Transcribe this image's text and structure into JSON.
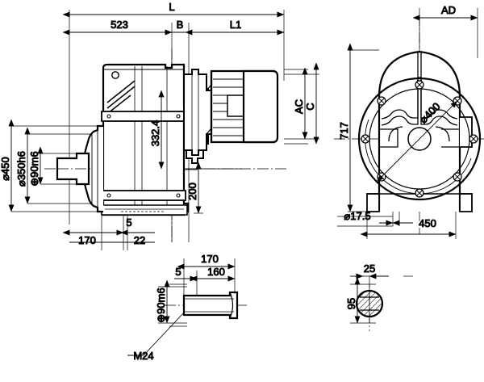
{
  "drawing": {
    "title": "Geared motor dimensional drawing",
    "type": "engineering-drawing",
    "views": [
      {
        "name": "side-elevation-view",
        "position": "top-left"
      },
      {
        "name": "end-elevation-view",
        "position": "top-right"
      },
      {
        "name": "output-shaft-detail-view",
        "position": "bottom-center"
      },
      {
        "name": "key-section-detail-view",
        "position": "bottom-right"
      }
    ],
    "line_color": "#000000",
    "background_color": "#ffffff"
  },
  "side_view": {
    "name": "side-elevation-view",
    "dimensions": {
      "overall_length": "L",
      "gear_unit_length": "523",
      "flange_width": "B",
      "motor_length": "L1",
      "center_height": "332.4",
      "foot_height": "200",
      "foot_thickness": "5",
      "flange_offset": "170",
      "flange_thickness": "22",
      "output_flange_dia": "⌀450",
      "spigot_dia": "⌀350h6",
      "shaft_dia": "⊕90m6",
      "motor_frame_height": "AC",
      "motor_center_height": "C"
    }
  },
  "end_view": {
    "name": "end-elevation-view",
    "dimensions": {
      "fan_cowl_depth": "AD",
      "overall_height": "717",
      "bolt_circle_dia": "⌀400",
      "mounting_hole_dia": "⌀17.5",
      "mounting_width": "450"
    },
    "bolt_count": 8
  },
  "shaft_detail": {
    "name": "output-shaft-detail-view",
    "dimensions": {
      "shaft_length": "170",
      "useful_length": "160",
      "shoulder": "5",
      "shaft_dia": "⊕90m6",
      "thread": "M24"
    }
  },
  "key_detail": {
    "name": "key-section-detail-view",
    "dimensions": {
      "key_width": "25",
      "key_height": "95"
    }
  }
}
